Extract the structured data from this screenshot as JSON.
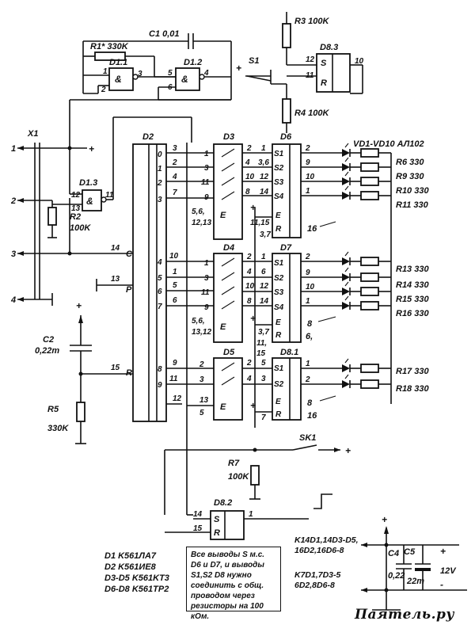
{
  "labels": {
    "C1": "C1 0,01",
    "R1": "R1* 330K",
    "D1_1": "D1.1",
    "D1_2": "D1.2",
    "D1_3": "D1.3",
    "S1": "S1",
    "R3": "R3 100K",
    "D8_3": "D8.3",
    "R4": "R4 100K",
    "X1": "X1",
    "R2": "R2",
    "R2_val": "100K",
    "D2": "D2",
    "D3": "D3",
    "D4": "D4",
    "D5": "D5",
    "D6": "D6",
    "D7": "D7",
    "D8_1": "D8.1",
    "D8_2": "D8.2",
    "C2": "C2",
    "C2_val": "0,22m",
    "R5": "R5",
    "R5_val": "330K",
    "SK1": "SK1",
    "R7": "R7",
    "R7_val": "100K",
    "VD": "VD1-VD10 АЛ102",
    "C4": "C4",
    "C4_val": "0,22",
    "C5": "C5",
    "C5_val": "22m",
    "V12": "12V",
    "amp": "&",
    "plus": "+",
    "minus": "-",
    "ones": "1",
    "E": "E",
    "S": "S",
    "R": "R",
    "C": "C",
    "P": "P",
    "x1_pins": [
      "1",
      "2",
      "3",
      "4"
    ]
  },
  "resistors_right": [
    "R6 330",
    "R9 330",
    "R10 330",
    "R11 330",
    "R13 330",
    "R14 330",
    "R15 330",
    "R16 330",
    "R17 330",
    "R18 330"
  ],
  "d2_pins_right": [
    "0",
    "1",
    "2",
    "3",
    "4",
    "5",
    "6",
    "7",
    "8",
    "9"
  ],
  "d2_pins_left": [
    "14",
    "13",
    "15"
  ],
  "chip_list": [
    "D1 K561ЛА7",
    "D2 K561ИЕ8",
    "D3-D5 K561KT3",
    "D6-D8 K561TP2"
  ],
  "note": "Все выводы S м.с. D6 и D7, и выводы S1,S2 D8 нужно соединить с общ. проводом через резисторы на 100 кОм.",
  "supply_plus": "K14D1,14D3-D5, 16D2,16D6-8",
  "supply_minus": "K7D1,7D3-5 6D2,8D6-8",
  "logo": "Паятель.ру"
}
